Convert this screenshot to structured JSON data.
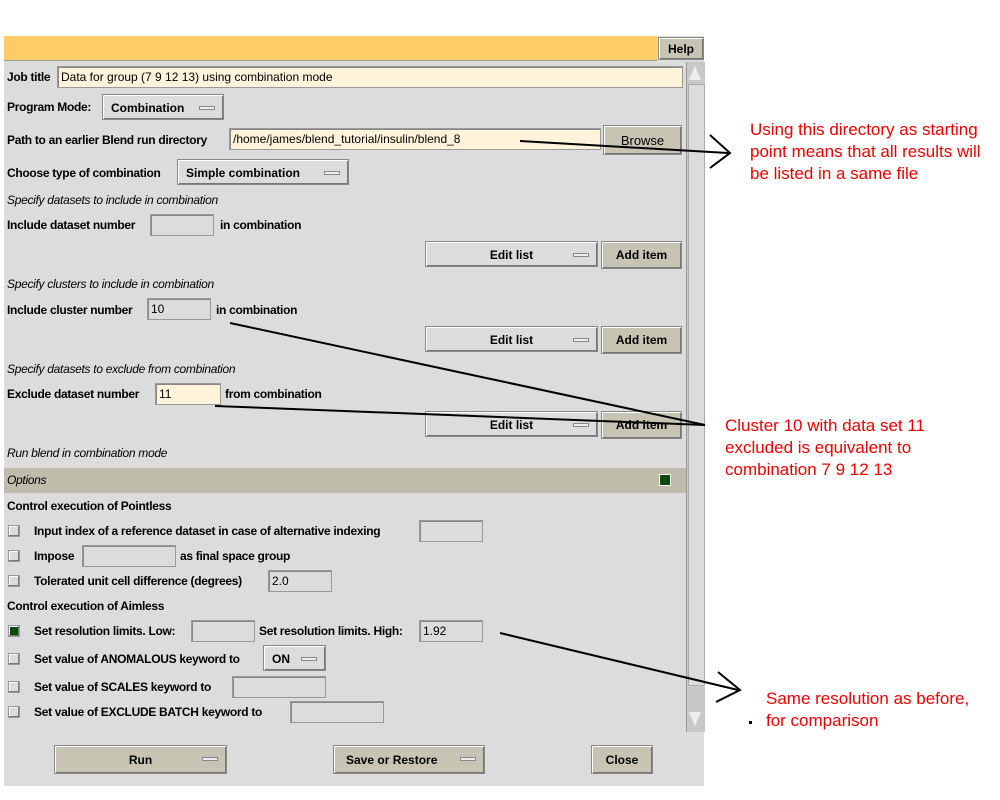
{
  "header": {
    "help": "Help"
  },
  "form": {
    "job_title_label": "Job title",
    "job_title_value": "Data for group (7 9 12 13) using combination mode",
    "program_mode_label": "Program Mode:",
    "program_mode_value": "Combination",
    "path_label": "Path to an earlier Blend run directory",
    "path_value": "/home/james/blend_tutorial/insulin/blend_8",
    "browse": "Browse",
    "combo_type_label": "Choose type of combination",
    "combo_type_value": "Simple combination",
    "spec_datasets": "Specify datasets to include in combination",
    "include_dataset_label": "Include dataset number",
    "include_dataset_value": "",
    "include_dataset_suffix": "in combination",
    "edit_list": "Edit list",
    "add_item": "Add item",
    "spec_clusters": "Specify clusters to include in combination",
    "include_cluster_label": "Include cluster number",
    "include_cluster_value": "10",
    "include_cluster_suffix": "in combination",
    "spec_exclude": "Specify datasets to exclude from combination",
    "exclude_label": "Exclude dataset number",
    "exclude_value": "11",
    "exclude_suffix": "from combination",
    "run_blend": "Run blend in combination mode"
  },
  "options": {
    "title": "Options",
    "pointless": "Control execution of Pointless",
    "input_index": "Input index of a reference dataset in case of alternative indexing",
    "impose": "Impose",
    "impose_suffix": "as final space group",
    "tolerated": "Tolerated unit cell difference (degrees)",
    "tolerated_value": "2.0",
    "aimless": "Control execution of Aimless",
    "res_low": "Set resolution limits. Low:",
    "res_high": "Set resolution limits. High:",
    "res_high_value": "1.92",
    "anomalous": "Set value of ANOMALOUS keyword to",
    "anomalous_value": "ON",
    "scales": "Set value of SCALES keyword to",
    "exclude_batch": "Set value of EXCLUDE BATCH keyword to"
  },
  "footer": {
    "run": "Run",
    "save": "Save or Restore",
    "close": "Close"
  },
  "annotations": {
    "a1": "Using this directory as starting point means that all results will be listed in a same file",
    "a2": "Cluster 10 with data set 11 excluded is equivalent to combination 7 9 12 13",
    "a3": "Same resolution as before, for comparison"
  },
  "colors": {
    "accent": "#ffcc66",
    "annotation": "#ee0000",
    "checked": "#0a4a0a"
  }
}
